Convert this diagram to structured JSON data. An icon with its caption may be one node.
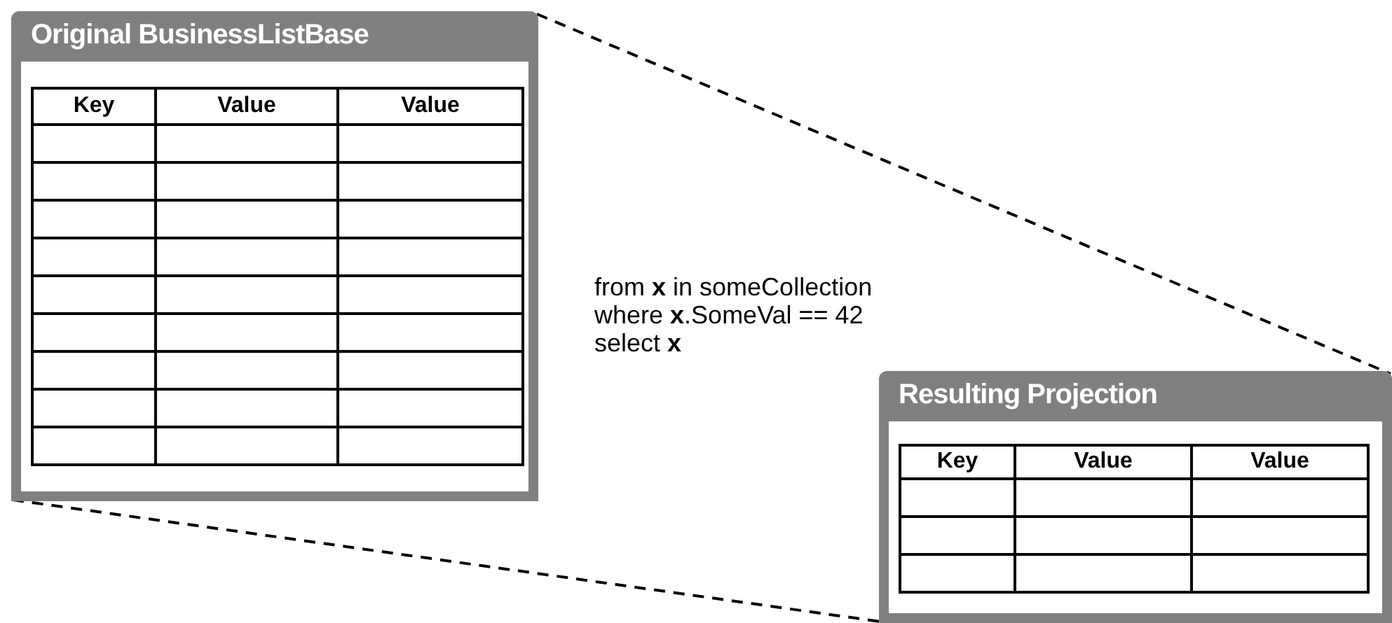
{
  "diagram": {
    "nodes": [
      {
        "text": [
          "Original BusinessListBase",
          "Key",
          "Value",
          "Value"
        ]
      },
      {
        "text": [
          "Resulting Projection",
          "Key",
          "Value",
          "Value"
        ]
      }
    ],
    "edges": [
      {
        "from": 0,
        "to": 1,
        "arrow": "none",
        "style": "dashed"
      },
      {
        "from": 0,
        "to": 1,
        "arrow": "none",
        "style": "dashed"
      }
    ],
    "labels": [
      "from **x** in someCollection",
      "where **x**.SomeVal == 42",
      "select **x**"
    ]
  }
}
